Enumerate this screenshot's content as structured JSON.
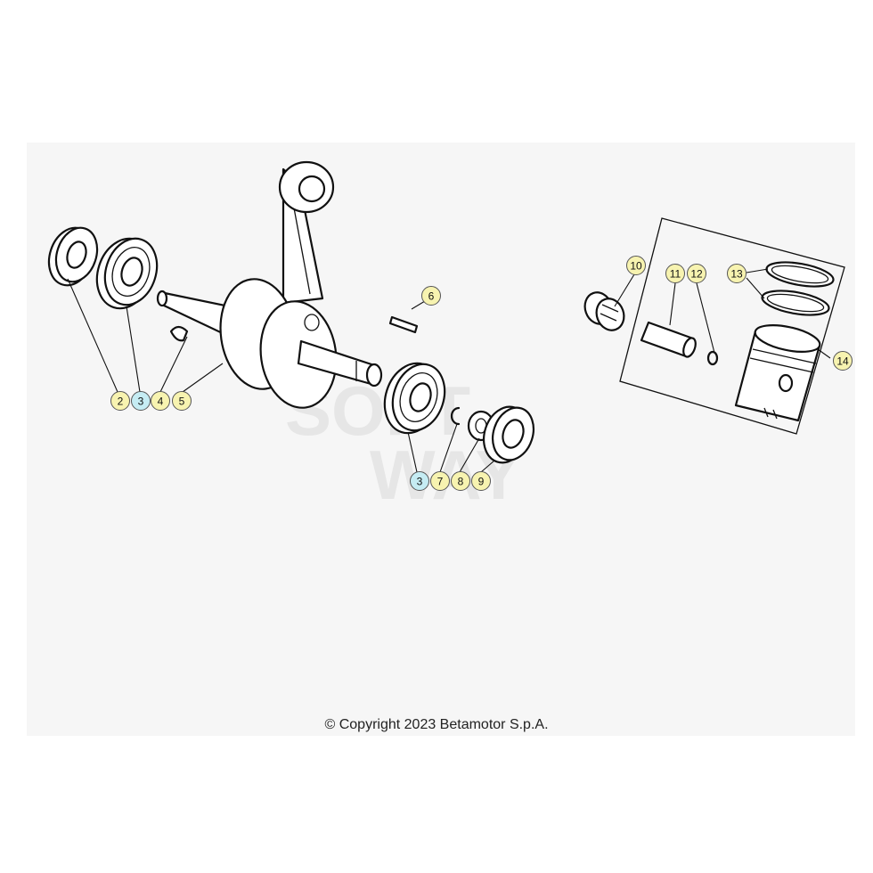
{
  "copyright": "© Copyright 2023 Betamotor S.p.A.",
  "watermark": {
    "line1": "SOFT",
    "line2": "WAY"
  },
  "colors": {
    "callout_default": "#f7f3b0",
    "callout_highlight": "#c5ecf3",
    "line": "#111111"
  },
  "callouts": [
    {
      "id": "c2",
      "label": "2",
      "variant": "default"
    },
    {
      "id": "c3a",
      "label": "3",
      "variant": "highlight"
    },
    {
      "id": "c4",
      "label": "4",
      "variant": "default"
    },
    {
      "id": "c5",
      "label": "5",
      "variant": "default"
    },
    {
      "id": "c6",
      "label": "6",
      "variant": "default"
    },
    {
      "id": "c3b",
      "label": "3",
      "variant": "highlight"
    },
    {
      "id": "c7",
      "label": "7",
      "variant": "default"
    },
    {
      "id": "c8",
      "label": "8",
      "variant": "default"
    },
    {
      "id": "c9",
      "label": "9",
      "variant": "default"
    },
    {
      "id": "c10",
      "label": "10",
      "variant": "default"
    },
    {
      "id": "c11",
      "label": "11",
      "variant": "default"
    },
    {
      "id": "c12",
      "label": "12",
      "variant": "default"
    },
    {
      "id": "c13",
      "label": "13",
      "variant": "default"
    },
    {
      "id": "c14",
      "label": "14",
      "variant": "default"
    }
  ]
}
